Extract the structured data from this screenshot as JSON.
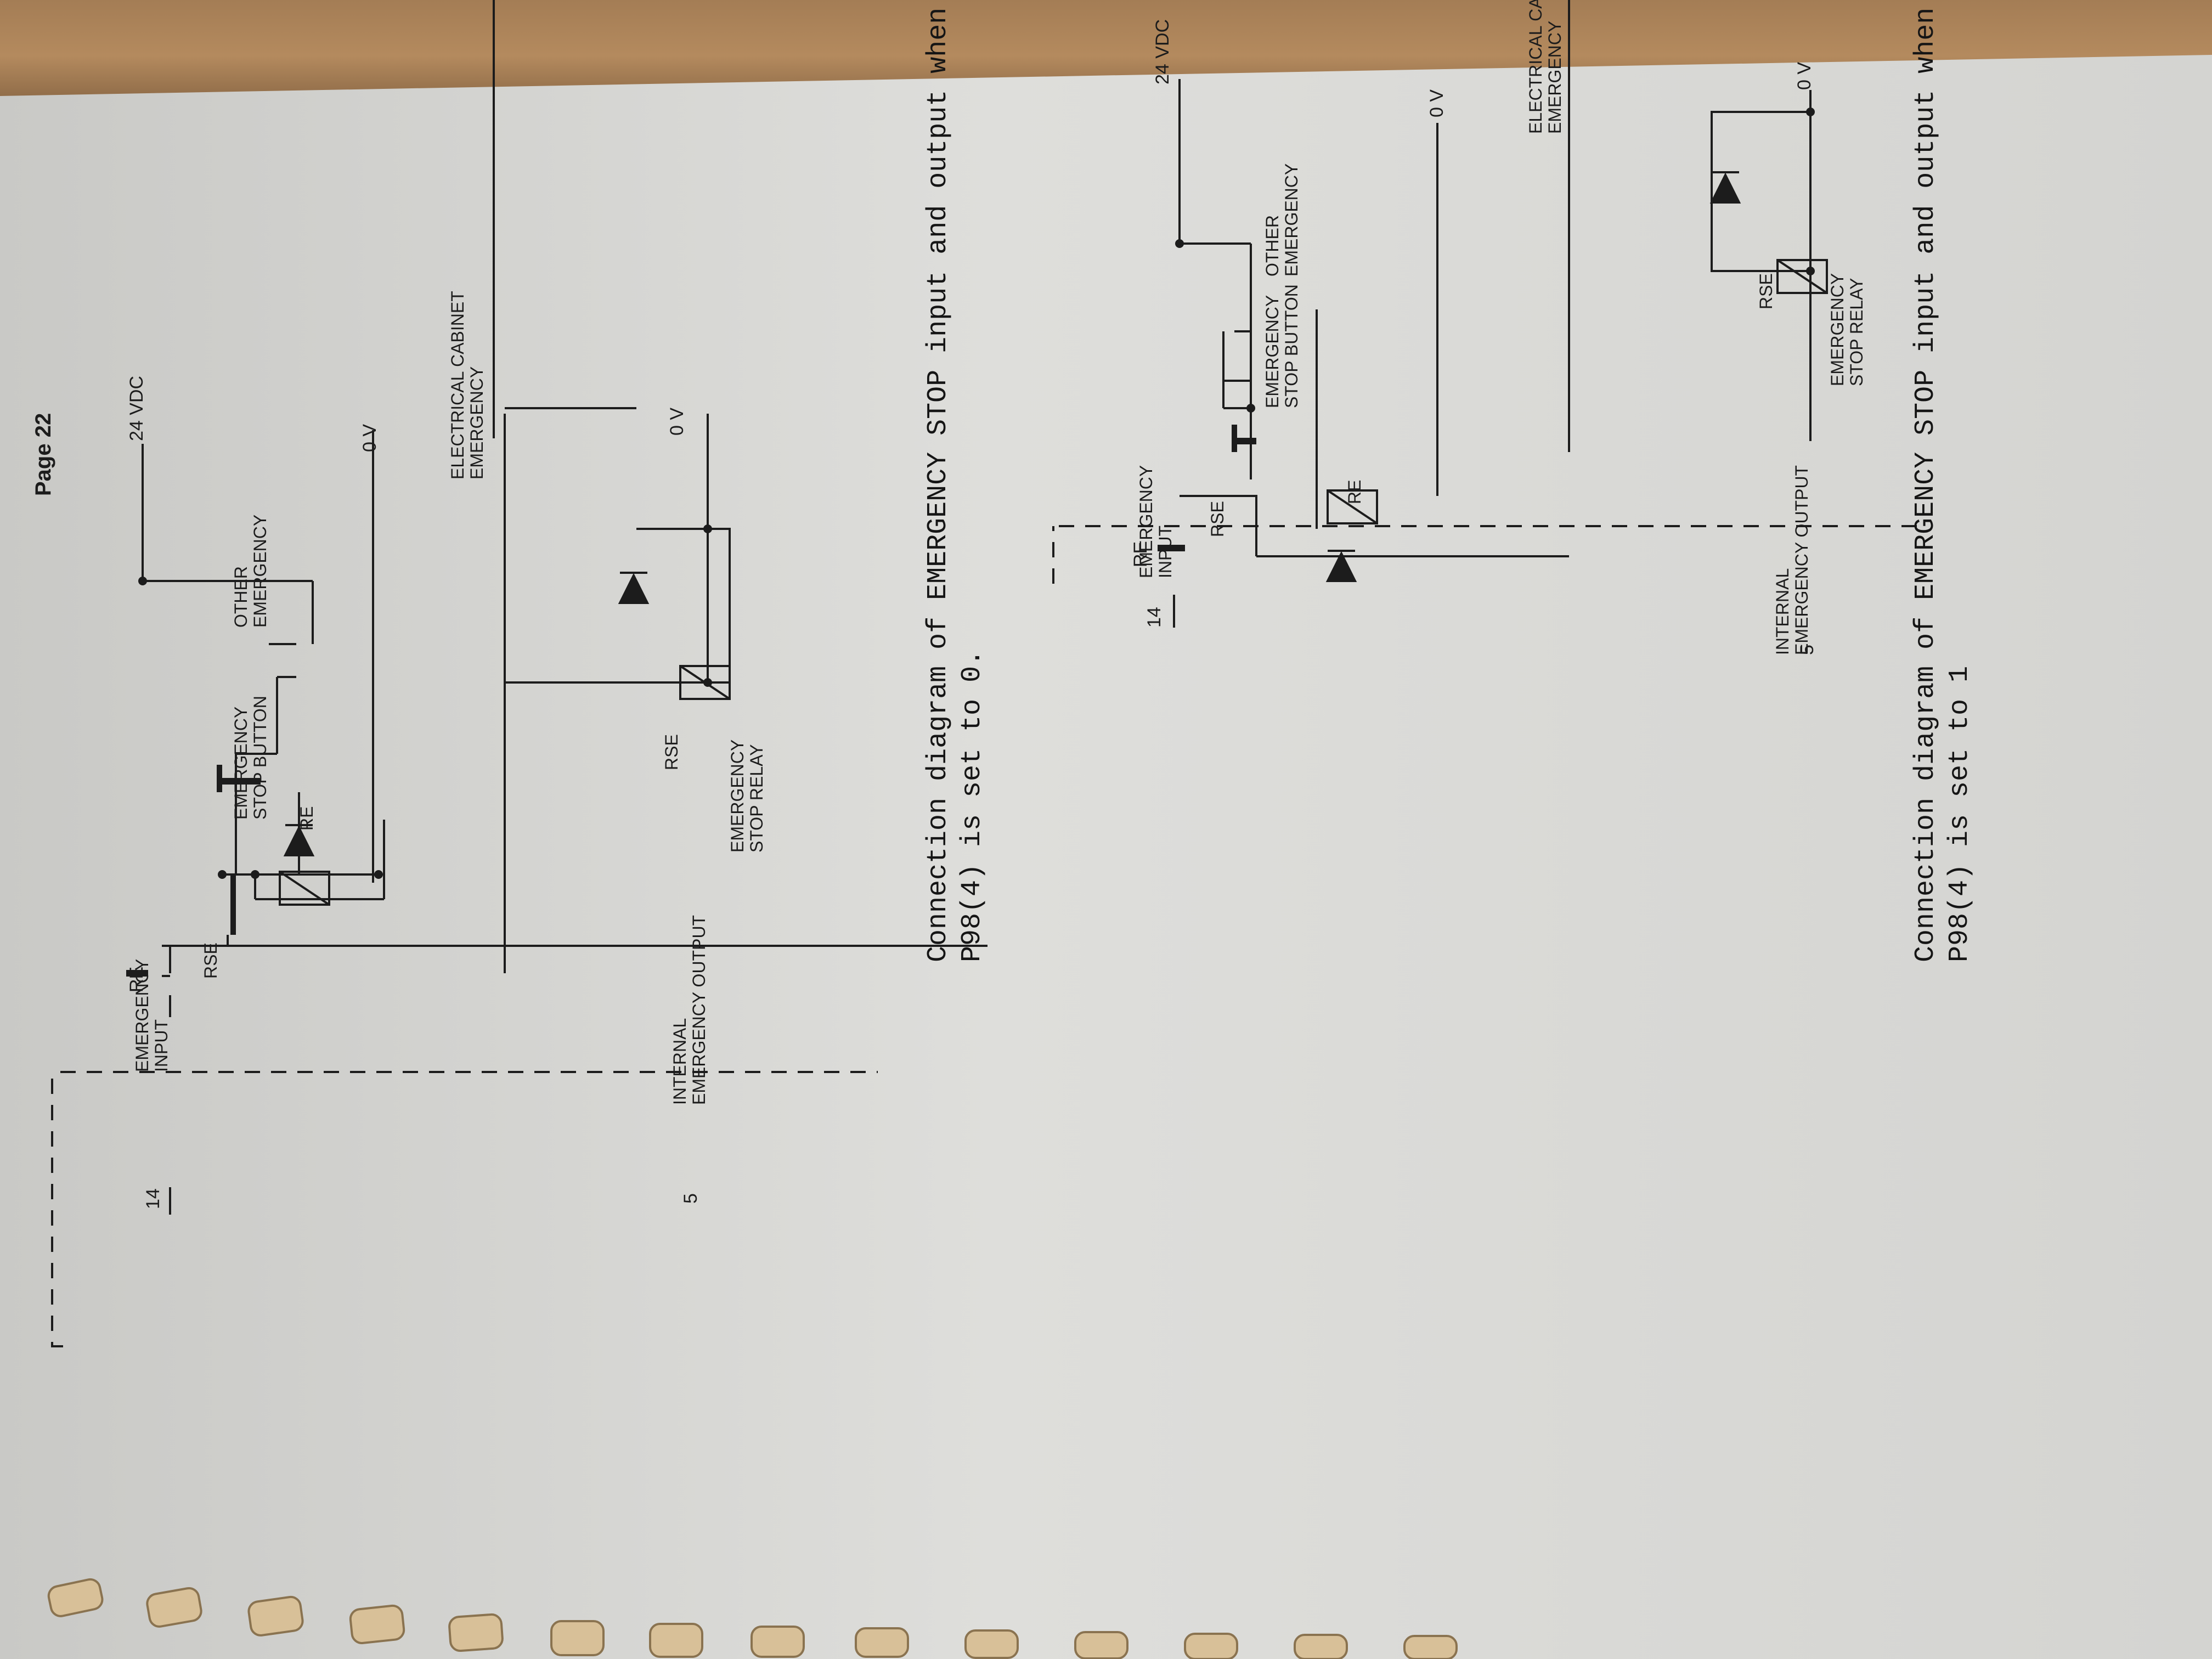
{
  "page": {
    "number": "Page 22"
  },
  "diagram_top": {
    "supply": "24 VDC",
    "zero_a": "0 V",
    "zero_b": "0 V",
    "pin_input": "14",
    "pin_output": "5",
    "input_label": [
      "EMERGENCY",
      "INPUT"
    ],
    "re": "RE",
    "rse": "RSE",
    "re_relay": "RE",
    "estop": [
      "EMERGENCY",
      "STOP BUTTON"
    ],
    "other": [
      "OTHER",
      "EMERGENCY"
    ],
    "cabinet": [
      "ELECTRICAL CABINET",
      "EMERGENCY"
    ],
    "internal": [
      "INTERNAL",
      "EMERGENCY OUTPUT"
    ],
    "rse_relay": "RSE",
    "relay": [
      "EMERGENCY",
      "STOP RELAY"
    ]
  },
  "caption_top": [
    "Connection diagram of EMERGENCY STOP input and output when",
    "P98(4) is set to 0."
  ],
  "diagram_bottom": {
    "supply": "24 VDC",
    "zero_a": "0 V",
    "zero_b": "0 V",
    "pin_input": "14",
    "pin_output": "5",
    "input_label": [
      "EMERGENCY",
      "INPUT"
    ],
    "re": "RE",
    "rse": "RSE",
    "re_relay": "RE",
    "estop": [
      "EMERGENCY",
      "STOP BUTTON"
    ],
    "other": [
      "OTHER",
      "EMERGENCY"
    ],
    "cabinet": [
      "ELECTRICAL CABINET",
      "EMERGENCY"
    ],
    "internal": [
      "INTERNAL",
      "EMERGENCY OUTPUT"
    ],
    "rse_relay": "RSE",
    "relay": [
      "EMERGENCY",
      "STOP RELAY"
    ]
  },
  "caption_bottom": [
    "Connection diagram of EMERGENCY STOP input and output when",
    "P98(4) is set to 1"
  ],
  "colors": {
    "paper": "#dcdcd9",
    "ink": "#1c1c1c",
    "desk": "#a98259"
  }
}
